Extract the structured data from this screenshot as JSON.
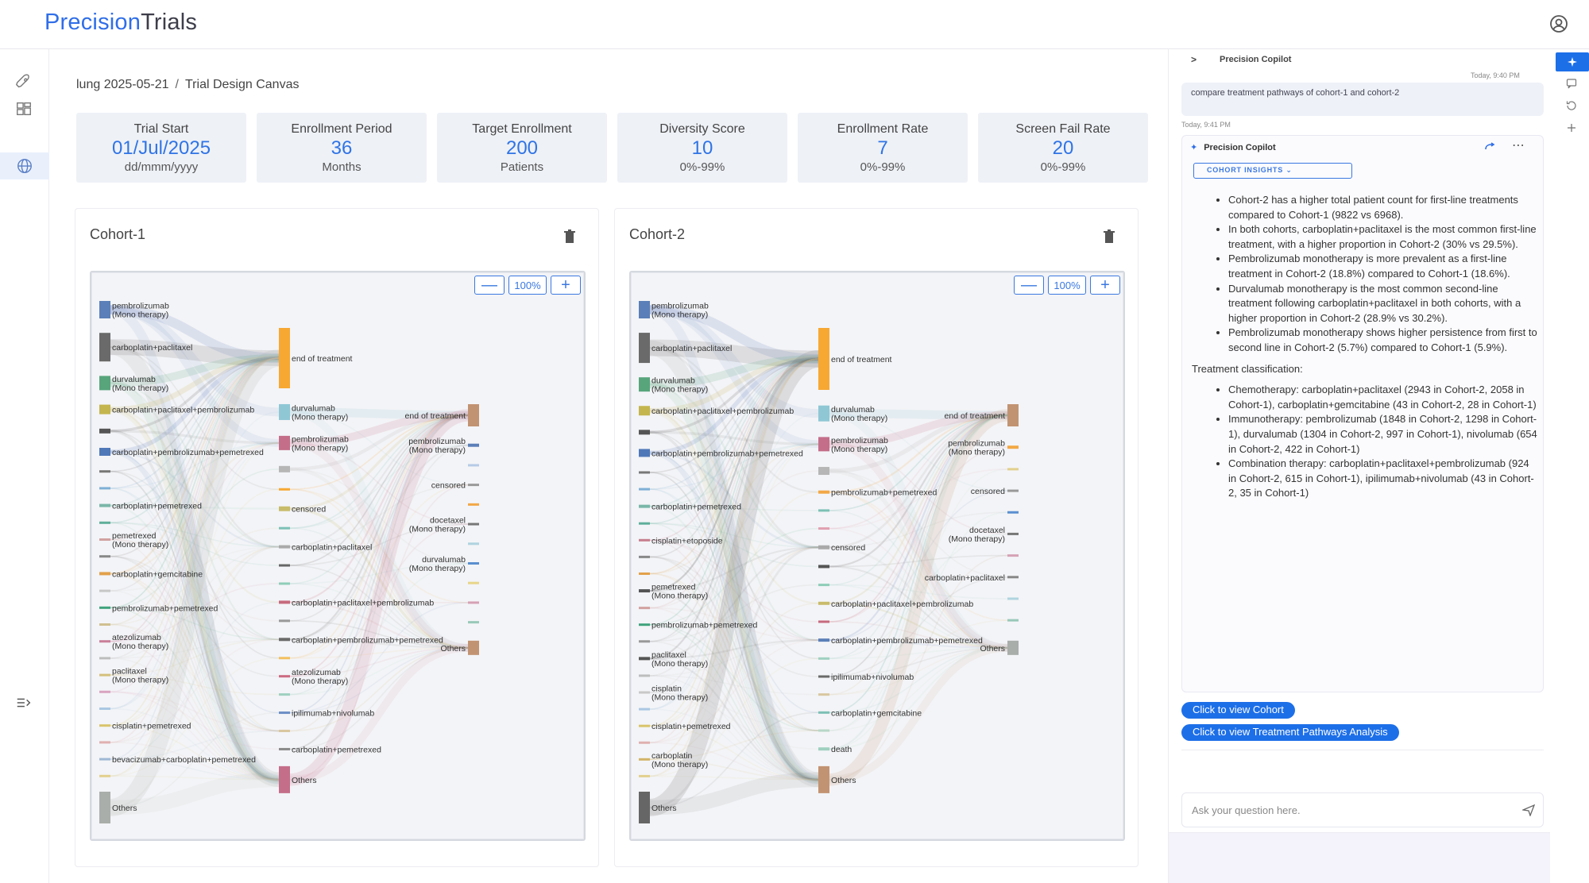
{
  "app": {
    "logo_part1": "Precision",
    "logo_part2": "Trials"
  },
  "breadcrumb": {
    "project": "lung 2025-05-21",
    "separator": "/",
    "page": "Trial Design Canvas"
  },
  "stats": [
    {
      "label": "Trial Start",
      "value": "01/Jul/2025",
      "sub": "dd/mmm/yyyy"
    },
    {
      "label": "Enrollment Period",
      "value": "36",
      "sub": "Months"
    },
    {
      "label": "Target Enrollment",
      "value": "200",
      "sub": "Patients"
    },
    {
      "label": "Diversity Score",
      "value": "10",
      "sub": "0%-99%"
    },
    {
      "label": "Enrollment Rate",
      "value": "7",
      "sub": "0%-99%"
    },
    {
      "label": "Screen Fail Rate",
      "value": "20",
      "sub": "0%-99%"
    }
  ],
  "zoom": {
    "minus": "—",
    "percent": "100%",
    "plus": "+"
  },
  "cohorts": [
    {
      "title": "Cohort-1",
      "left_nodes": [
        {
          "label": "pembrolizumab (Mono therapy)",
          "color": "#5b7fb8",
          "size": 22
        },
        {
          "label": "carboplatin+paclitaxel",
          "color": "#6a6a6a",
          "size": 36
        },
        {
          "label": "durvalumab (Mono therapy)",
          "color": "#58a57c",
          "size": 18
        },
        {
          "label": "carboplatin+paclitaxel+pembrolizumab",
          "color": "#c4b54e",
          "size": 12
        },
        {
          "label": "",
          "color": "#555555",
          "size": 6
        },
        {
          "label": "carboplatin+pembrolizumab+pemetrexed",
          "color": "#4f78b8",
          "size": 10
        },
        {
          "label": "",
          "color": "#777777",
          "size": 3
        },
        {
          "label": "",
          "color": "#7fb0d6",
          "size": 3
        },
        {
          "label": "carboplatin+pemetrexed",
          "color": "#7ab7a9",
          "size": 4
        },
        {
          "label": "",
          "color": "#5fae9a",
          "size": 3
        },
        {
          "label": "pemetrexed (Mono therapy)",
          "color": "#d2a1a1",
          "size": 3
        },
        {
          "label": "",
          "color": "#888888",
          "size": 3
        },
        {
          "label": "carboplatin+gemcitabine",
          "color": "#e2a14a",
          "size": 4
        },
        {
          "label": "",
          "color": "#c7c7c7",
          "size": 3
        },
        {
          "label": "pembrolizumab+pemetrexed",
          "color": "#3fa27c",
          "size": 3
        },
        {
          "label": "",
          "color": "#d0c090",
          "size": 3
        },
        {
          "label": "atezolizumab (Mono therapy)",
          "color": "#c97f98",
          "size": 3
        },
        {
          "label": "",
          "color": "#bdbdbd",
          "size": 3
        },
        {
          "label": "paclitaxel (Mono therapy)",
          "color": "#d4c07c",
          "size": 3
        },
        {
          "label": "",
          "color": "#d9a5c0",
          "size": 3
        },
        {
          "label": "",
          "color": "#aac7e3",
          "size": 3
        },
        {
          "label": "cisplatin+pemetrexed",
          "color": "#d9c46a",
          "size": 3
        },
        {
          "label": "",
          "color": "#e0b0b0",
          "size": 3
        },
        {
          "label": "bevacizumab+carboplatin+pemetrexed",
          "color": "#9fb8d6",
          "size": 3
        },
        {
          "label": "",
          "color": "#e3d08e",
          "size": 3
        },
        {
          "label": "Others",
          "color": "#a9aeaa",
          "size": 40
        }
      ],
      "mid_nodes": [
        {
          "label": "end of treatment",
          "color": "#f7a833",
          "size": 76
        },
        {
          "label": "durvalumab (Mono therapy)",
          "color": "#8fc7d5",
          "size": 20
        },
        {
          "label": "pembrolizumab (Mono therapy)",
          "color": "#c46e8a",
          "size": 18
        },
        {
          "label": "",
          "color": "#b6b6b6",
          "size": 8
        },
        {
          "label": "",
          "color": "#f7a833",
          "size": 3
        },
        {
          "label": "censored",
          "color": "#c8bb6a",
          "size": 6
        },
        {
          "label": "",
          "color": "#7cc0b5",
          "size": 3
        },
        {
          "label": "carboplatin+paclitaxel",
          "color": "#aaaaaa",
          "size": 4
        },
        {
          "label": "",
          "color": "#666666",
          "size": 3
        },
        {
          "label": "",
          "color": "#8fcdb8",
          "size": 3
        },
        {
          "label": "carboplatin+paclitaxel+pembrolizumab",
          "color": "#c76a7e",
          "size": 4
        },
        {
          "label": "",
          "color": "#999999",
          "size": 3
        },
        {
          "label": "carboplatin+pembrolizumab+pemetrexed",
          "color": "#6a6a6a",
          "size": 4
        },
        {
          "label": "",
          "color": "#f3c060",
          "size": 3
        },
        {
          "label": "atezolizumab (Mono therapy)",
          "color": "#cc6a82",
          "size": 3
        },
        {
          "label": "",
          "color": "#9fd0c0",
          "size": 3
        },
        {
          "label": "ipilimumab+nivolumab",
          "color": "#6d8fc6",
          "size": 3
        },
        {
          "label": "",
          "color": "#d9c7a0",
          "size": 3
        },
        {
          "label": "carboplatin+pemetrexed",
          "color": "#8a8a8a",
          "size": 3
        },
        {
          "label": "Others",
          "color": "#c46e8a",
          "size": 34
        }
      ],
      "right_nodes": [
        {
          "label": "end of treatment",
          "color": "#c29372",
          "size": 28
        },
        {
          "label": "pembrolizumab (Mono therapy)",
          "color": "#5b7fb8",
          "size": 4
        },
        {
          "label": "",
          "color": "#b6cbe6",
          "size": 3
        },
        {
          "label": "censored",
          "color": "#999999",
          "size": 3
        },
        {
          "label": "",
          "color": "#f3a846",
          "size": 3
        },
        {
          "label": "docetaxel (Mono therapy)",
          "color": "#777777",
          "size": 3
        },
        {
          "label": "",
          "color": "#b0d4e0",
          "size": 3
        },
        {
          "label": "durvalumab (Mono therapy)",
          "color": "#5a8fd0",
          "size": 3
        },
        {
          "label": "",
          "color": "#e8d58a",
          "size": 3
        },
        {
          "label": "",
          "color": "#d6a1b4",
          "size": 3
        },
        {
          "label": "",
          "color": "#99c8b8",
          "size": 3
        },
        {
          "label": "Others",
          "color": "#c29372",
          "size": 18
        }
      ]
    },
    {
      "title": "Cohort-2",
      "left_nodes": [
        {
          "label": "pembrolizumab (Mono therapy)",
          "color": "#5b7fb8",
          "size": 22
        },
        {
          "label": "carboplatin+paclitaxel",
          "color": "#6a6a6a",
          "size": 38
        },
        {
          "label": "durvalumab (Mono therapy)",
          "color": "#58a57c",
          "size": 18
        },
        {
          "label": "carboplatin+paclitaxel+pembrolizumab",
          "color": "#c4b54e",
          "size": 12
        },
        {
          "label": "",
          "color": "#555555",
          "size": 6
        },
        {
          "label": "carboplatin+pembrolizumab+pemetrexed",
          "color": "#4f78b8",
          "size": 10
        },
        {
          "label": "",
          "color": "#777777",
          "size": 3
        },
        {
          "label": "",
          "color": "#7fb0d6",
          "size": 3
        },
        {
          "label": "carboplatin+pemetrexed",
          "color": "#7ab7a9",
          "size": 4
        },
        {
          "label": "",
          "color": "#5fae9a",
          "size": 3
        },
        {
          "label": "cisplatin+etoposide",
          "color": "#c77e8e",
          "size": 3
        },
        {
          "label": "",
          "color": "#888888",
          "size": 3
        },
        {
          "label": "",
          "color": "#e2a14a",
          "size": 3
        },
        {
          "label": "pemetrexed (Mono therapy)",
          "color": "#555555",
          "size": 4
        },
        {
          "label": "",
          "color": "#d2a1a1",
          "size": 3
        },
        {
          "label": "pembrolizumab+pemetrexed",
          "color": "#3fa27c",
          "size": 3
        },
        {
          "label": "",
          "color": "#999999",
          "size": 3
        },
        {
          "label": "paclitaxel (Mono therapy)",
          "color": "#555555",
          "size": 4
        },
        {
          "label": "",
          "color": "#bdbdbd",
          "size": 3
        },
        {
          "label": "cisplatin (Mono therapy)",
          "color": "#c8c8c8",
          "size": 3
        },
        {
          "label": "",
          "color": "#aac7e3",
          "size": 3
        },
        {
          "label": "cisplatin+pemetrexed",
          "color": "#d9c46a",
          "size": 3
        },
        {
          "label": "",
          "color": "#e0b0b0",
          "size": 3
        },
        {
          "label": "carboplatin (Mono therapy)",
          "color": "#d3b468",
          "size": 3
        },
        {
          "label": "",
          "color": "#e3d08e",
          "size": 3
        },
        {
          "label": "Others",
          "color": "#666666",
          "size": 40
        }
      ],
      "mid_nodes": [
        {
          "label": "end of treatment",
          "color": "#f7a833",
          "size": 78
        },
        {
          "label": "durvalumab (Mono therapy)",
          "color": "#8fc7d5",
          "size": 20
        },
        {
          "label": "pembrolizumab (Mono therapy)",
          "color": "#c46e8a",
          "size": 18
        },
        {
          "label": "",
          "color": "#b6b6b6",
          "size": 10
        },
        {
          "label": "pembrolizumab+pemetrexed",
          "color": "#f3a846",
          "size": 4
        },
        {
          "label": "",
          "color": "#7cc0b5",
          "size": 3
        },
        {
          "label": "",
          "color": "#e0a0b0",
          "size": 3
        },
        {
          "label": "censored",
          "color": "#aaaaaa",
          "size": 5
        },
        {
          "label": "",
          "color": "#555555",
          "size": 4
        },
        {
          "label": "",
          "color": "#8fcdb8",
          "size": 3
        },
        {
          "label": "carboplatin+paclitaxel+pembrolizumab",
          "color": "#c8bb6a",
          "size": 4
        },
        {
          "label": "",
          "color": "#c76a7e",
          "size": 3
        },
        {
          "label": "carboplatin+pembrolizumab+pemetrexed",
          "color": "#5b7fb8",
          "size": 4
        },
        {
          "label": "",
          "color": "#9fd0c0",
          "size": 3
        },
        {
          "label": "ipilimumab+nivolumab",
          "color": "#6a6a6a",
          "size": 3
        },
        {
          "label": "",
          "color": "#d9c7a0",
          "size": 3
        },
        {
          "label": "carboplatin+gemcitabine",
          "color": "#7cc0b5",
          "size": 3
        },
        {
          "label": "",
          "color": "#b7d7c8",
          "size": 3
        },
        {
          "label": "death",
          "color": "#9fd0c0",
          "size": 4
        },
        {
          "label": "Others",
          "color": "#c29372",
          "size": 34
        }
      ],
      "right_nodes": [
        {
          "label": "end of treatment",
          "color": "#c29372",
          "size": 28
        },
        {
          "label": "pembrolizumab (Mono therapy)",
          "color": "#f3a846",
          "size": 4
        },
        {
          "label": "",
          "color": "#e3d08e",
          "size": 3
        },
        {
          "label": "censored",
          "color": "#999999",
          "size": 3
        },
        {
          "label": "",
          "color": "#5a8fd0",
          "size": 3
        },
        {
          "label": "docetaxel (Mono therapy)",
          "color": "#777777",
          "size": 3
        },
        {
          "label": "",
          "color": "#d6a1b4",
          "size": 3
        },
        {
          "label": "carboplatin+paclitaxel",
          "color": "#888888",
          "size": 3
        },
        {
          "label": "",
          "color": "#b0d4e0",
          "size": 3
        },
        {
          "label": "",
          "color": "#99c8b8",
          "size": 3
        },
        {
          "label": "Others",
          "color": "#a9aeaa",
          "size": 18
        }
      ]
    }
  ],
  "copilot": {
    "header": "Precision Copilot",
    "user_time": "Today, 9:40 PM",
    "user_message": "compare treatment pathways of cohort-1 and cohort-2",
    "reply_time": "Today, 9:41 PM",
    "reply_name": "Precision Copilot",
    "insight_dropdown": "COHORT INSIGHTS",
    "bullets": [
      "Cohort-2 has a higher total patient count for first-line treatments compared to Cohort-1 (9822 vs 6968).",
      "In both cohorts, carboplatin+paclitaxel is the most common first-line treatment, with a higher proportion in Cohort-2 (30% vs 29.5%).",
      "Pembrolizumab monotherapy is more prevalent as a first-line treatment in Cohort-2 (18.8%) compared to Cohort-1 (18.6%).",
      "Durvalumab monotherapy is the most common second-line treatment following carboplatin+paclitaxel in both cohorts, with a higher proportion in Cohort-2 (28.9% vs 30.2%).",
      "Pembrolizumab monotherapy shows higher persistence from first to second line in Cohort-2 (5.7%) compared to Cohort-1 (5.9%)."
    ],
    "classification_title": "Treatment classification:",
    "classification": [
      "Chemotherapy: carboplatin+paclitaxel (2943 in Cohort-2, 2058 in Cohort-1), carboplatin+gemcitabine (43 in Cohort-2, 28 in Cohort-1)",
      "Immunotherapy: pembrolizumab (1848 in Cohort-2, 1298 in Cohort-1), durvalumab (1304 in Cohort-2, 997 in Cohort-1), nivolumab (654 in Cohort-2, 422 in Cohort-1)",
      "Combination therapy: carboplatin+paclitaxel+pembrolizumab (924 in Cohort-2, 615 in Cohort-1), ipilimumab+nivolumab (43 in Cohort-2, 35 in Cohort-1)"
    ],
    "btn_view_cohort": "Click to view Cohort",
    "btn_view_pathways": "Click to view Treatment Pathways Analysis",
    "ask_placeholder": "Ask your question here."
  },
  "colors": {
    "accent": "#2f6ee8",
    "stat_value": "#2f74e6",
    "pill": "#1d6fe8"
  }
}
